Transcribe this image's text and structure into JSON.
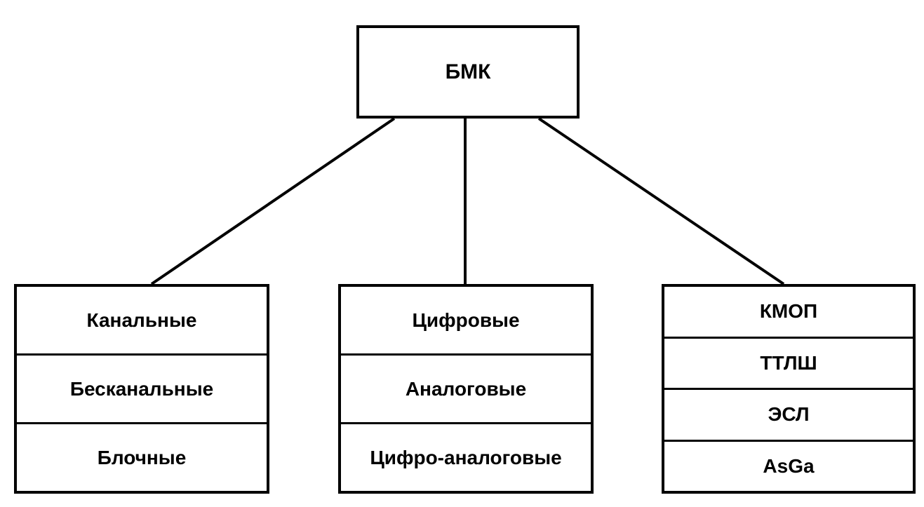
{
  "diagram": {
    "root": {
      "label": "БМК"
    },
    "groups": [
      {
        "items": [
          "Канальные",
          "Бесканальные",
          "Блочные"
        ]
      },
      {
        "items": [
          "Цифровые",
          "Аналоговые",
          "Цифро-аналоговые"
        ]
      },
      {
        "items": [
          "КМОП",
          "ТТЛШ",
          "ЭСЛ",
          "AsGa"
        ]
      }
    ]
  }
}
